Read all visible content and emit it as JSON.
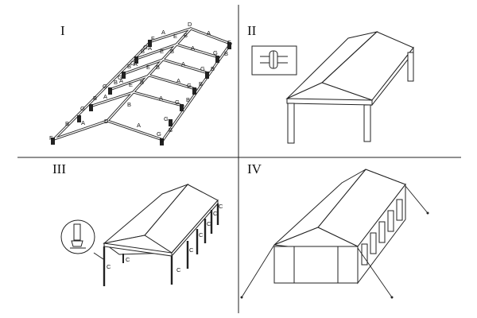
{
  "panels": [
    {
      "numeral": "I"
    },
    {
      "numeral": "II"
    },
    {
      "numeral": "III"
    },
    {
      "numeral": "IV"
    }
  ],
  "frame_labels": {
    "ridge_end_top": "D",
    "ridge_end_bottom": "D",
    "corner_left": "F",
    "corner_right_bottom": "F",
    "corner_right_top": "F",
    "ridge_mid": "E",
    "eave": "G",
    "rafter": "B",
    "purlin": "A"
  },
  "leg_label": "C"
}
